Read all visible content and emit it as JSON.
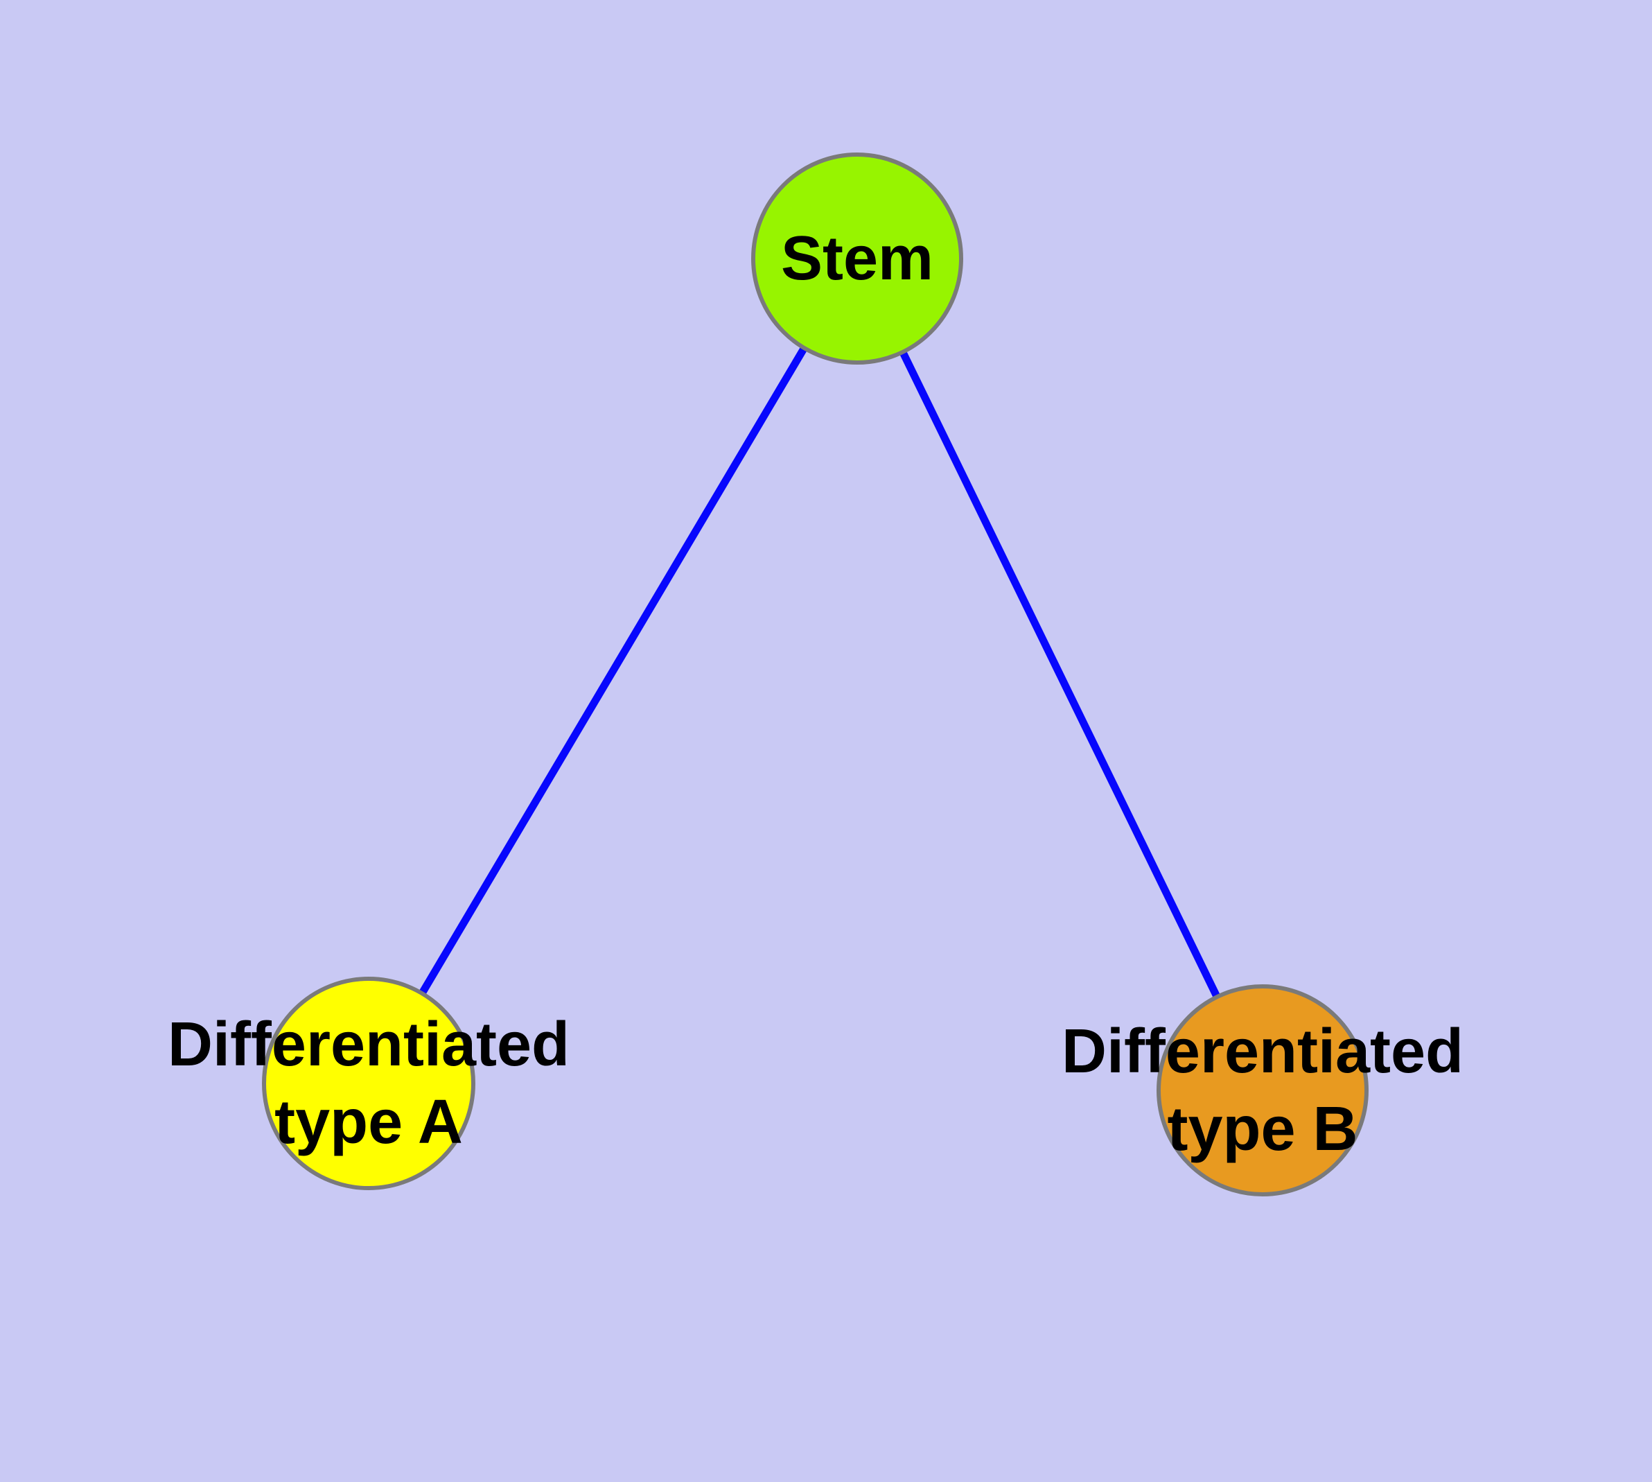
{
  "diagram": {
    "type": "graph",
    "description": "Cell differentiation hierarchy: one stem node branching to two differentiated cell type nodes",
    "background_color": "#C9C9F4",
    "node_border_color": "#7A7A7A",
    "edge_color": "#0707FD",
    "text_color": "#000000",
    "nodes": {
      "stem": {
        "label": "Stem",
        "fill": "#97F400"
      },
      "type_a": {
        "label_line1": "Differentiated",
        "label_line2": "type A",
        "fill": "#FFFF00"
      },
      "type_b": {
        "label_line1": "Differentiated",
        "label_line2": "type B",
        "fill": "#E89A20"
      }
    },
    "edges": [
      {
        "from": "Stem",
        "to": "Differentiated type A"
      },
      {
        "from": "Stem",
        "to": "Differentiated type B"
      }
    ]
  }
}
